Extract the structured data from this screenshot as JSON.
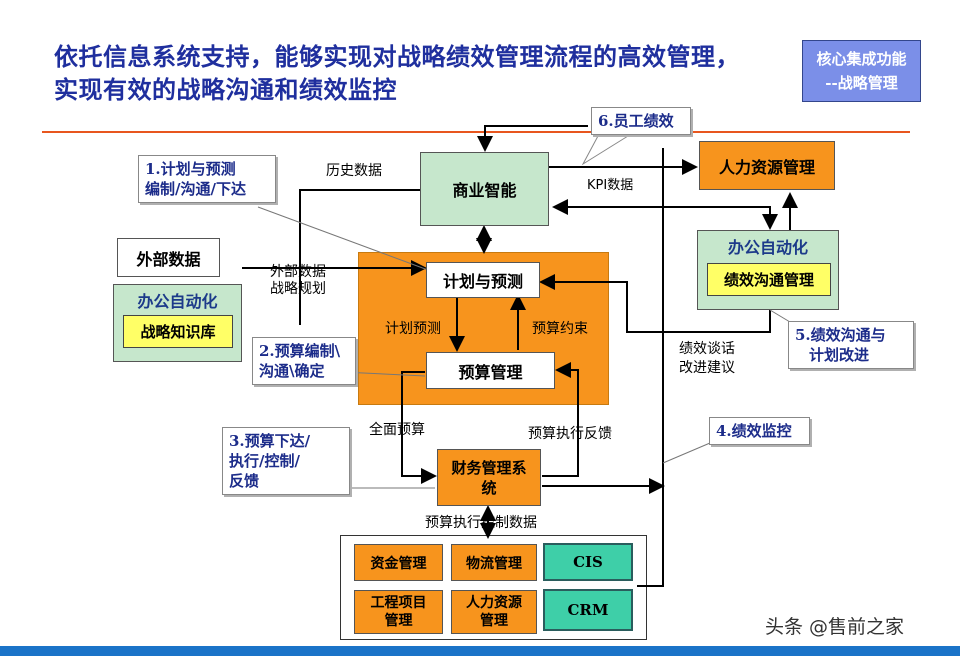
{
  "title": {
    "line1": "依托信息系统支持，能够实现对战略绩效管理流程的高效管理，",
    "line2": "实现有效的战略沟通和绩效监控"
  },
  "core_badge": {
    "line1": "核心集成功能",
    "line2": "--战略管理"
  },
  "nodes": {
    "bi": "商业智能",
    "hr": "人力资源管理",
    "oa_right": "办公自动化",
    "perf_comm": "绩效沟通管理",
    "external_data": "外部数据",
    "oa_left": "办公自动化",
    "strategy_kb": "战略知识库",
    "plan_forecast": "计划与预测",
    "budget_mgmt": "预算管理",
    "finance": "财务管理系统",
    "finance_l1": "财务管理系",
    "finance_l2": "统",
    "capital": "资金管理",
    "logistics": "物流管理",
    "cis": "CIS",
    "project_l1": "工程项目",
    "project_l2": "管理",
    "hrres_l1": "人力资源",
    "hrres_l2": "管理",
    "crm": "CRM"
  },
  "callouts": {
    "c1": {
      "num": "1.",
      "text1": "计划与预测",
      "text2": "编制/沟通/下达"
    },
    "c2": {
      "num": "2.",
      "text1": "预算编制\\",
      "text2": "沟通\\确定"
    },
    "c3": {
      "num": "3.",
      "text1": "预算下达/",
      "text2": "执行/控制/",
      "text3": "反馈"
    },
    "c4": {
      "num": "4.",
      "text1": "绩效监控"
    },
    "c5": {
      "num": "5.",
      "text1": "绩效沟通与",
      "text2": "计划改进"
    },
    "c6": {
      "num": "6.",
      "text1": "员工绩效"
    }
  },
  "edge_labels": {
    "history_data": "历史数据",
    "kpi_data": "KPI数据",
    "external_strategy_l1": "外部数据",
    "external_strategy_l2": "战略规划",
    "plan_forecast_edge": "计划预测",
    "budget_constraint": "预算约束",
    "full_budget": "全面预算",
    "budget_feedback": "预算执行反馈",
    "perf_talk_l1": "绩效谈话",
    "perf_talk_l2": "改进建议",
    "budget_control_data": "预算执行控制数据"
  },
  "watermark": "头条 @售前之家"
}
